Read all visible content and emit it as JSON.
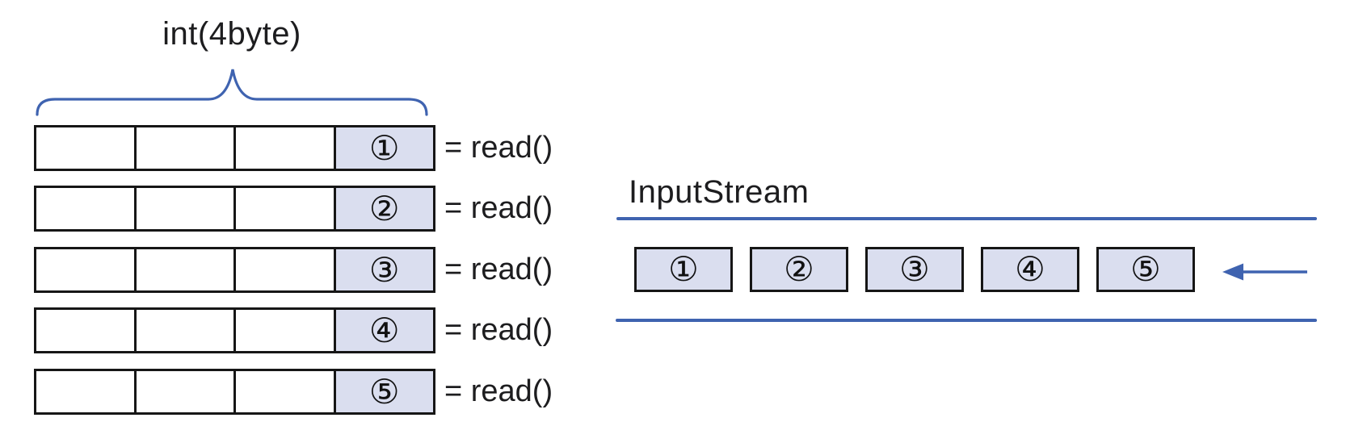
{
  "colors": {
    "accent_blue": "#3f63b0",
    "cell_fill": "#dadeef",
    "box_border": "#161616",
    "text": "#1d1d1f"
  },
  "left_diagram": {
    "label": "int(4byte)",
    "rows": [
      {
        "num": "①",
        "expr": "= read()"
      },
      {
        "num": "②",
        "expr": "= read()"
      },
      {
        "num": "③",
        "expr": "= read()"
      },
      {
        "num": "④",
        "expr": "= read()"
      },
      {
        "num": "⑤",
        "expr": "= read()"
      }
    ]
  },
  "right_diagram": {
    "title": "InputStream",
    "items": [
      {
        "num": "①"
      },
      {
        "num": "②"
      },
      {
        "num": "③"
      },
      {
        "num": "④"
      },
      {
        "num": "⑤"
      }
    ]
  }
}
